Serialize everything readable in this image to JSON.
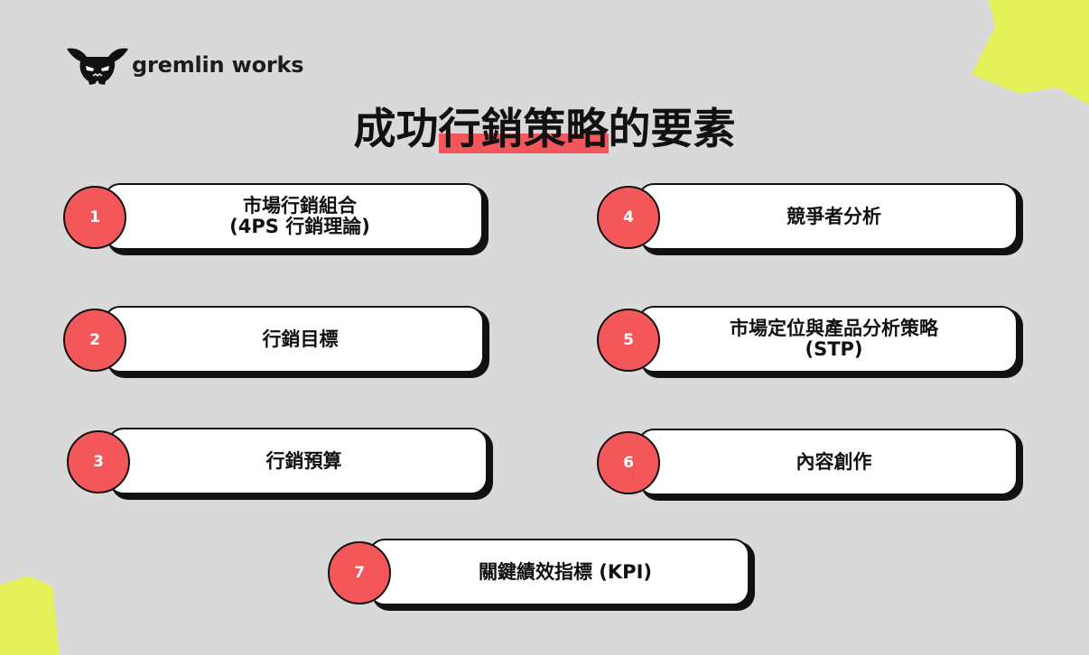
{
  "brand": {
    "name": "gremlin works",
    "logo_icon": "gremlin-face-icon"
  },
  "title": {
    "prefix": "成功",
    "highlight": "行銷策略",
    "suffix": "的要素"
  },
  "items": [
    {
      "number": "1",
      "label": "市場行銷組合\n(4PS 行銷理論)"
    },
    {
      "number": "2",
      "label": "行銷目標"
    },
    {
      "number": "3",
      "label": "行銷預算"
    },
    {
      "number": "4",
      "label": "競爭者分析"
    },
    {
      "number": "5",
      "label": "市場定位與產品分析策略\n(STP)"
    },
    {
      "number": "6",
      "label": "內容創作"
    },
    {
      "number": "7",
      "label": "關鍵績效指標 (KPI)"
    }
  ],
  "colors": {
    "background": "#d9d9d9",
    "accent": "#f4575a",
    "decoration": "#e4f158",
    "card": "#ffffff",
    "ink": "#111111"
  }
}
